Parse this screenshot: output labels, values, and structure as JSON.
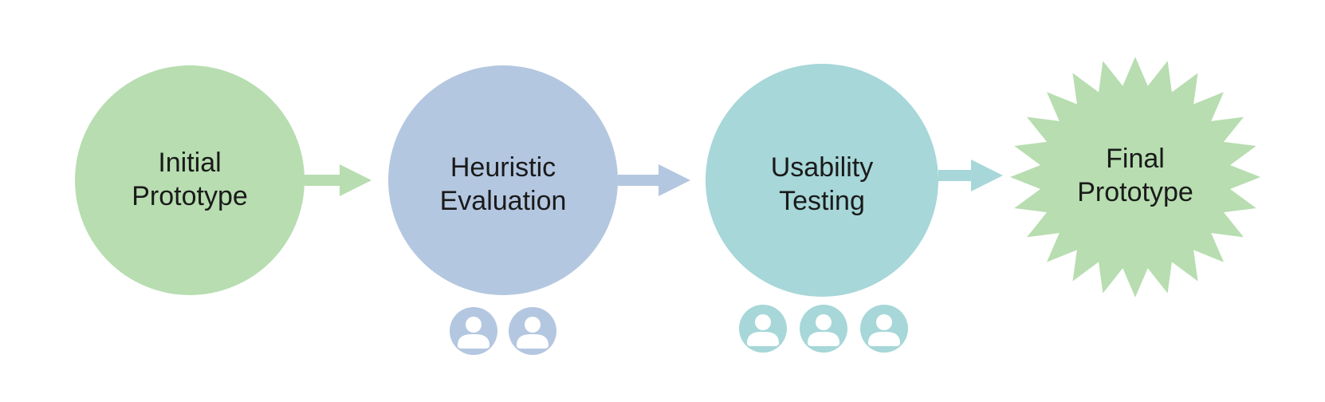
{
  "colors": {
    "green": "#b7ddb0",
    "blue": "#b4c7e0",
    "teal": "#a7d7d8",
    "text": "#1a1a1a",
    "icon_detail": "#ffffff"
  },
  "nodes": [
    {
      "id": "initial",
      "shape": "circle",
      "color": "green",
      "lines": [
        "Initial",
        "Prototype"
      ]
    },
    {
      "id": "heuristic",
      "shape": "circle",
      "color": "blue",
      "lines": [
        "Heuristic",
        "Evaluation"
      ]
    },
    {
      "id": "usability",
      "shape": "circle",
      "color": "teal",
      "lines": [
        "Usability",
        "Testing"
      ]
    },
    {
      "id": "final",
      "shape": "starburst",
      "color": "green",
      "lines": [
        "Final",
        "Prototype"
      ]
    }
  ],
  "arrows": [
    {
      "from": "initial",
      "to": "heuristic",
      "color": "green"
    },
    {
      "from": "heuristic",
      "to": "usability",
      "color": "blue"
    },
    {
      "from": "usability",
      "to": "final",
      "color": "teal"
    }
  ],
  "participants": [
    {
      "node": "heuristic",
      "count": 2,
      "icon": "user-icon",
      "color": "blue"
    },
    {
      "node": "usability",
      "count": 3,
      "icon": "user-icon",
      "color": "teal"
    }
  ]
}
